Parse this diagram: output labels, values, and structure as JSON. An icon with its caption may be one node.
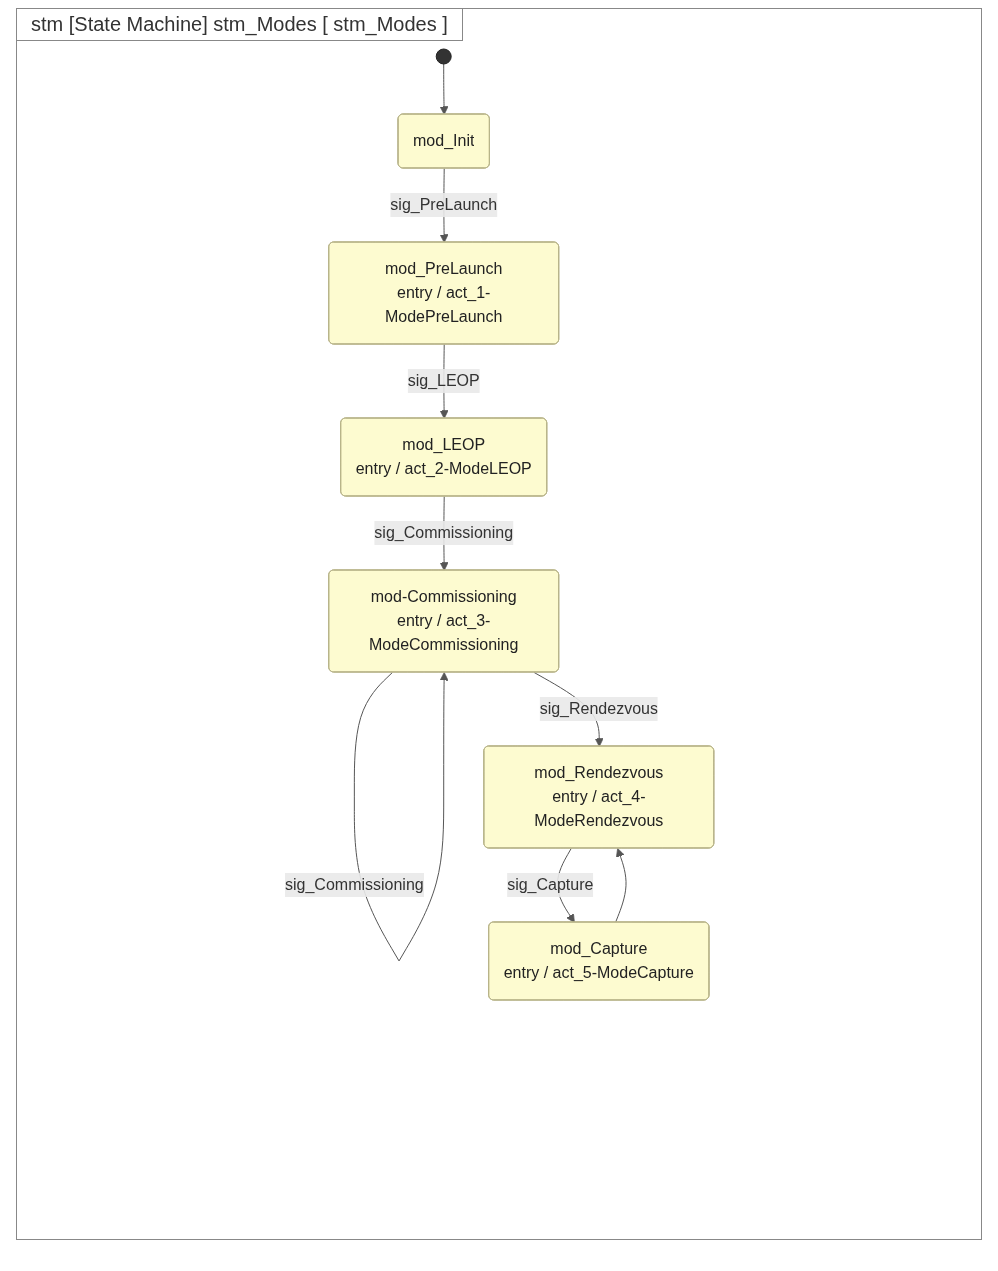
{
  "diagram": {
    "title": "stm [State Machine] stm_Modes [ stm_Modes ]",
    "nodes": [
      {
        "text": [],
        "shape": "circle"
      },
      {
        "text": [
          "mod_Init"
        ]
      },
      {
        "text": [
          "mod_PreLaunch",
          "entry / act_1-ModePreLaunch"
        ]
      },
      {
        "text": [
          "mod_LEOP",
          "entry / act_2-ModeLEOP"
        ]
      },
      {
        "text": [
          "mod-Commissioning",
          "entry / act_3-ModeCommissioning"
        ]
      },
      {
        "text": [
          "mod_Rendezvous",
          "entry / act_4-ModeRendezvous"
        ]
      },
      {
        "text": [
          "mod_Capture",
          "entry / act_5-ModeCapture"
        ]
      }
    ],
    "edges": [
      {
        "from": 0,
        "to": 1,
        "arrow": "to"
      },
      {
        "from": 1,
        "to": 2,
        "arrow": "to",
        "label": "sig_PreLaunch"
      },
      {
        "from": 2,
        "to": 3,
        "arrow": "to",
        "label": "sig_LEOP"
      },
      {
        "from": 3,
        "to": 4,
        "arrow": "to",
        "label": "sig_Commissioning"
      },
      {
        "from": 4,
        "to": 4,
        "arrow": "to",
        "label": "sig_Commissioning"
      },
      {
        "from": 4,
        "to": 5,
        "arrow": "to",
        "label": "sig_Rendezvous"
      },
      {
        "from": 5,
        "to": 6,
        "arrow": "to",
        "label": "sig_Capture"
      },
      {
        "from": 6,
        "to": 5,
        "arrow": "to"
      }
    ]
  }
}
